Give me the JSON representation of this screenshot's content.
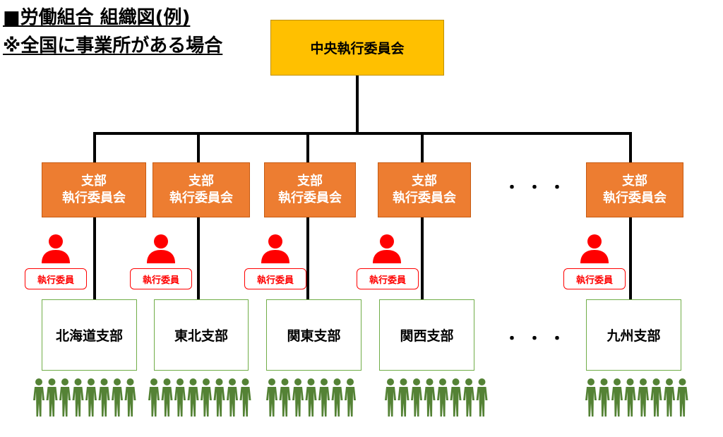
{
  "title": {
    "line1": "■労働組合 組織図(例)",
    "line2": "※全国に事業所がある場合"
  },
  "central": {
    "label": "中央執行委員会"
  },
  "ellipsis": "・・・",
  "colors": {
    "central_fill": "#ffc000",
    "branch_fill": "#ed7d31",
    "branch_text": "#ffffff",
    "name_border": "#70ad47",
    "member_fill": "#548235",
    "officer_red": "#ff0000",
    "line": "#000000"
  },
  "branches": [
    {
      "box_line1": "支部",
      "box_line2": "執行委員会",
      "officer_label": "執行委員",
      "name": "北海道支部",
      "members": 8
    },
    {
      "box_line1": "支部",
      "box_line2": "執行委員会",
      "officer_label": "執行委員",
      "name": "東北支部",
      "members": 8
    },
    {
      "box_line1": "支部",
      "box_line2": "執行委員会",
      "officer_label": "執行委員",
      "name": "関東支部",
      "members": 7
    },
    {
      "box_line1": "支部",
      "box_line2": "執行委員会",
      "officer_label": "執行委員",
      "name": "関西支部",
      "members": 8
    },
    {
      "box_line1": "支部",
      "box_line2": "執行委員会",
      "officer_label": "執行委員",
      "name": "九州支部",
      "members": 8
    }
  ]
}
